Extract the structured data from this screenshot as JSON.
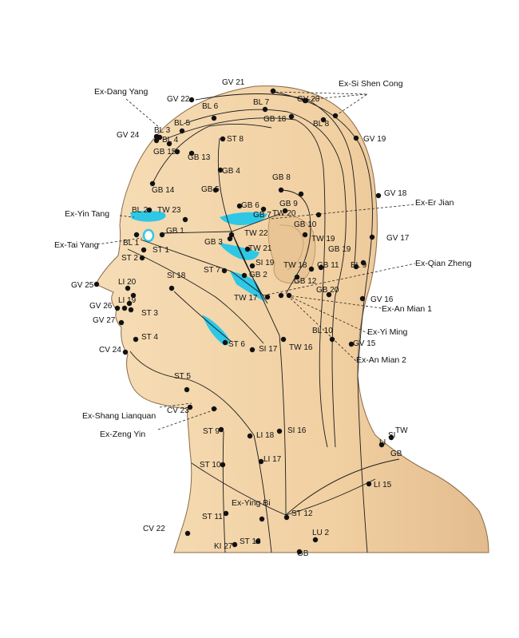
{
  "diagram": {
    "skin_color": "#F3D4A8",
    "skin_shade": "#E2B98A",
    "outline_color": "#8A6A48",
    "highlight_color": "#2EC7E6",
    "point_labels": [
      "GV 21",
      "GV 22",
      "GV 20",
      "BL 7",
      "BL 6",
      "BL 5",
      "GB 18",
      "BL 8",
      "GV 24",
      "BL 3",
      "BL 4",
      "GB 15",
      "GB 13",
      "ST 8",
      "GV 19",
      "GB 14",
      "GB 4",
      "GB 5",
      "GB 8",
      "GB 9",
      "GV 18",
      "GB 6",
      "GB 7",
      "TW 20",
      "BL 2",
      "TW 23",
      "GB 10",
      "GB 1",
      "TW 22",
      "TW 19",
      "GV 17",
      "BL 1",
      "ST 1",
      "GB 3",
      "TW 21",
      "GB 19",
      "ST 2",
      "SI 19",
      "BL 9",
      "TW 18",
      "GB 11",
      "ST 7",
      "GB 2",
      "SI 18",
      "GB 12",
      "GB 20",
      "LI 20",
      "GV 25",
      "TW 17",
      "LI 19",
      "GV 16",
      "GV 26",
      "ST 3",
      "GV 27",
      "ST 4",
      "BL 10",
      "GV 15",
      "ST 6",
      "SI 17",
      "TW 16",
      "CV 24",
      "ST 5",
      "CV 23",
      "ST 9",
      "LI 18",
      "SI 16",
      "SI",
      "TW",
      "LI",
      "GB",
      "LI 17",
      "ST 10",
      "LI 15",
      "ST 11",
      "ST 12",
      "CV 22",
      "LU 2",
      "ST 13",
      "KI 27",
      "GB"
    ],
    "extra_labels": [
      "Ex-Dang Yang",
      "Ex-Si Shen Cong",
      "Ex-Yin Tang",
      "Ex-Er Jian",
      "Ex-Tai Yang",
      "Ex-Qian Zheng",
      "Ex-An Mian 1",
      "Ex-Yi Ming",
      "Ex-An Mian 2",
      "Ex-Shang Lianquan",
      "Ex-Zeng Yin",
      "Ex-Ying Bi"
    ]
  }
}
